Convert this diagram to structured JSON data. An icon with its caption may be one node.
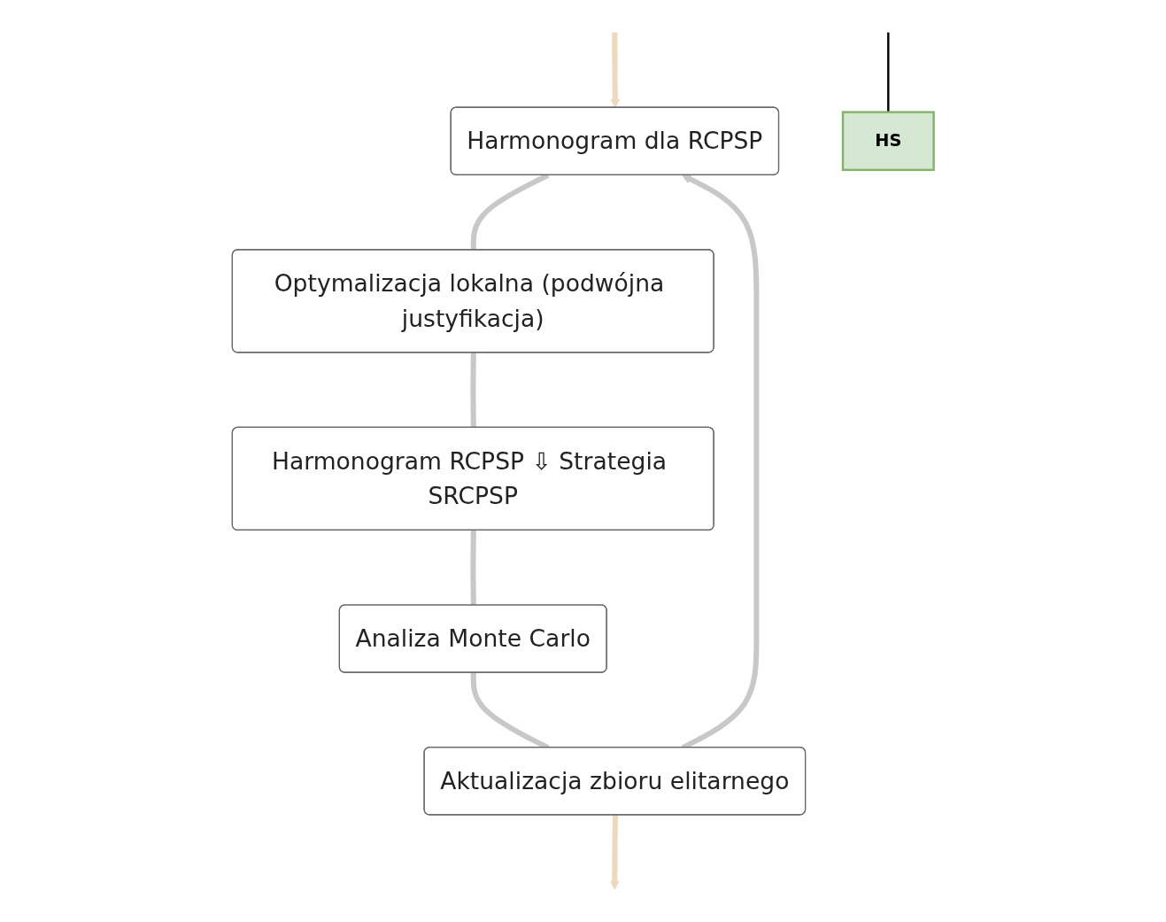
{
  "diagram": {
    "nodes": [
      {
        "text": [
          "Harmonogram dla RCPSP"
        ]
      },
      {
        "text": [
          "Optymalizacja lokalna (podwójna justyfikacja)"
        ]
      },
      {
        "text": [
          "Harmonogram RCPSP ⇩ Strategia SRCPSP"
        ]
      },
      {
        "text": [
          "Analiza Monte Carlo"
        ]
      },
      {
        "text": [
          "Aktualizacja zbioru elitarnego"
        ]
      },
      {
        "text": [
          "HS"
        ]
      }
    ],
    "edges": [
      {
        "from": null,
        "to": 0,
        "arrow": "to",
        "color": "#efd9bc"
      },
      {
        "from": 0,
        "to": 1,
        "arrow": "none"
      },
      {
        "from": 1,
        "to": 2,
        "arrow": "none"
      },
      {
        "from": 2,
        "to": 3,
        "arrow": "none"
      },
      {
        "from": 3,
        "to": 4,
        "arrow": "none"
      },
      {
        "from": 4,
        "to": 0,
        "arrow": "to"
      },
      {
        "from": 4,
        "to": null,
        "arrow": "to",
        "color": "#efd9bc"
      },
      {
        "from": null,
        "to": 5,
        "arrow": "none",
        "color": "#000000"
      }
    ]
  }
}
